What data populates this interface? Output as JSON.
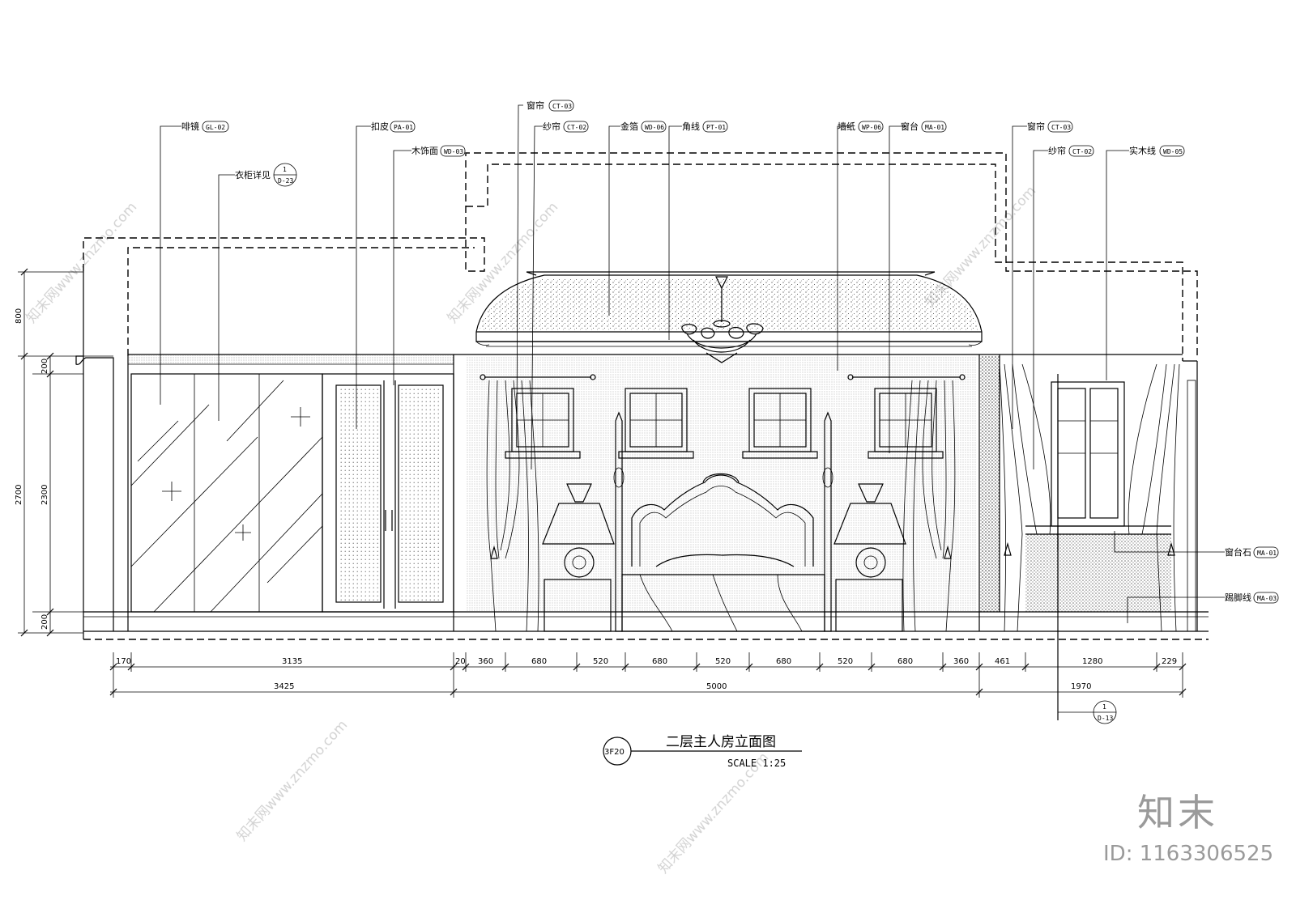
{
  "drawing": {
    "title": "二层主人房立面图",
    "drawing_number": "3F20",
    "scale": "SCALE 1:25"
  },
  "callouts": {
    "mirror": "啡镜",
    "mirror_code": "GL-02",
    "wardrobe": "衣柜详见",
    "wardrobe_ref_top": "1",
    "wardrobe_ref_bottom": "D-23",
    "leather": "扣皮",
    "leather_code": "PA-01",
    "wood_panel": "木饰面",
    "wood_panel_code": "WD-03",
    "curtain_left": "窗帘",
    "curtain_left_code": "CT-03",
    "sheer_left": "纱帘",
    "sheer_left_code": "CT-02",
    "gold_leaf": "金箔",
    "gold_leaf_code": "WD-06",
    "cornice": "角线",
    "cornice_code": "PT-01",
    "wallpaper": "墙纸",
    "wallpaper_code": "WP-06",
    "sill": "窗台",
    "sill_code": "MA-01",
    "curtain_right": "窗帘",
    "curtain_right_code": "CT-03",
    "sheer_right": "纱帘",
    "sheer_right_code": "CT-02",
    "solid_wood": "实木线",
    "solid_wood_code": "WD-05",
    "sill_stone": "窗台石",
    "sill_stone_code": "MA-01",
    "skirting": "踢脚线",
    "skirting_code": "MA-03",
    "window_ref_top": "1",
    "window_ref_bottom": "D-13"
  },
  "dimensions": {
    "vertical": [
      "800",
      "2700",
      "200",
      "2300",
      "200"
    ],
    "row1": [
      "170",
      "3135",
      "20",
      "360",
      "680",
      "520",
      "680",
      "520",
      "680",
      "520",
      "680",
      "360",
      "461",
      "1280",
      "229"
    ],
    "row2": [
      "3425",
      "5000",
      "1970"
    ]
  },
  "watermark": {
    "brand": "知末",
    "id": "ID: 1163306525",
    "site": "知末网www.znzmo.com"
  }
}
